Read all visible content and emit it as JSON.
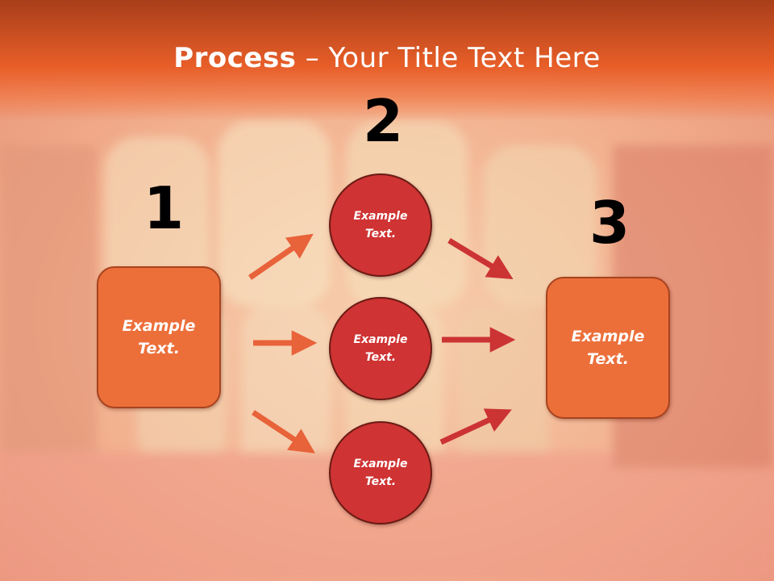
{
  "title": {
    "bold": "Process",
    "rest": " – Your Title Text Here"
  },
  "steps": {
    "one": "1",
    "two": "2",
    "three": "3"
  },
  "boxes": {
    "left": "Example\nText.",
    "right": "Example\nText."
  },
  "circles": {
    "top": "Example\nText.",
    "middle": "Example\nText.",
    "bottom": "Example\nText."
  },
  "colors": {
    "header": "#e85e28",
    "box": "#ec6f3a",
    "circle": "#cf3333",
    "arrow_orange": "#e8623a",
    "arrow_red": "#cc3333"
  }
}
